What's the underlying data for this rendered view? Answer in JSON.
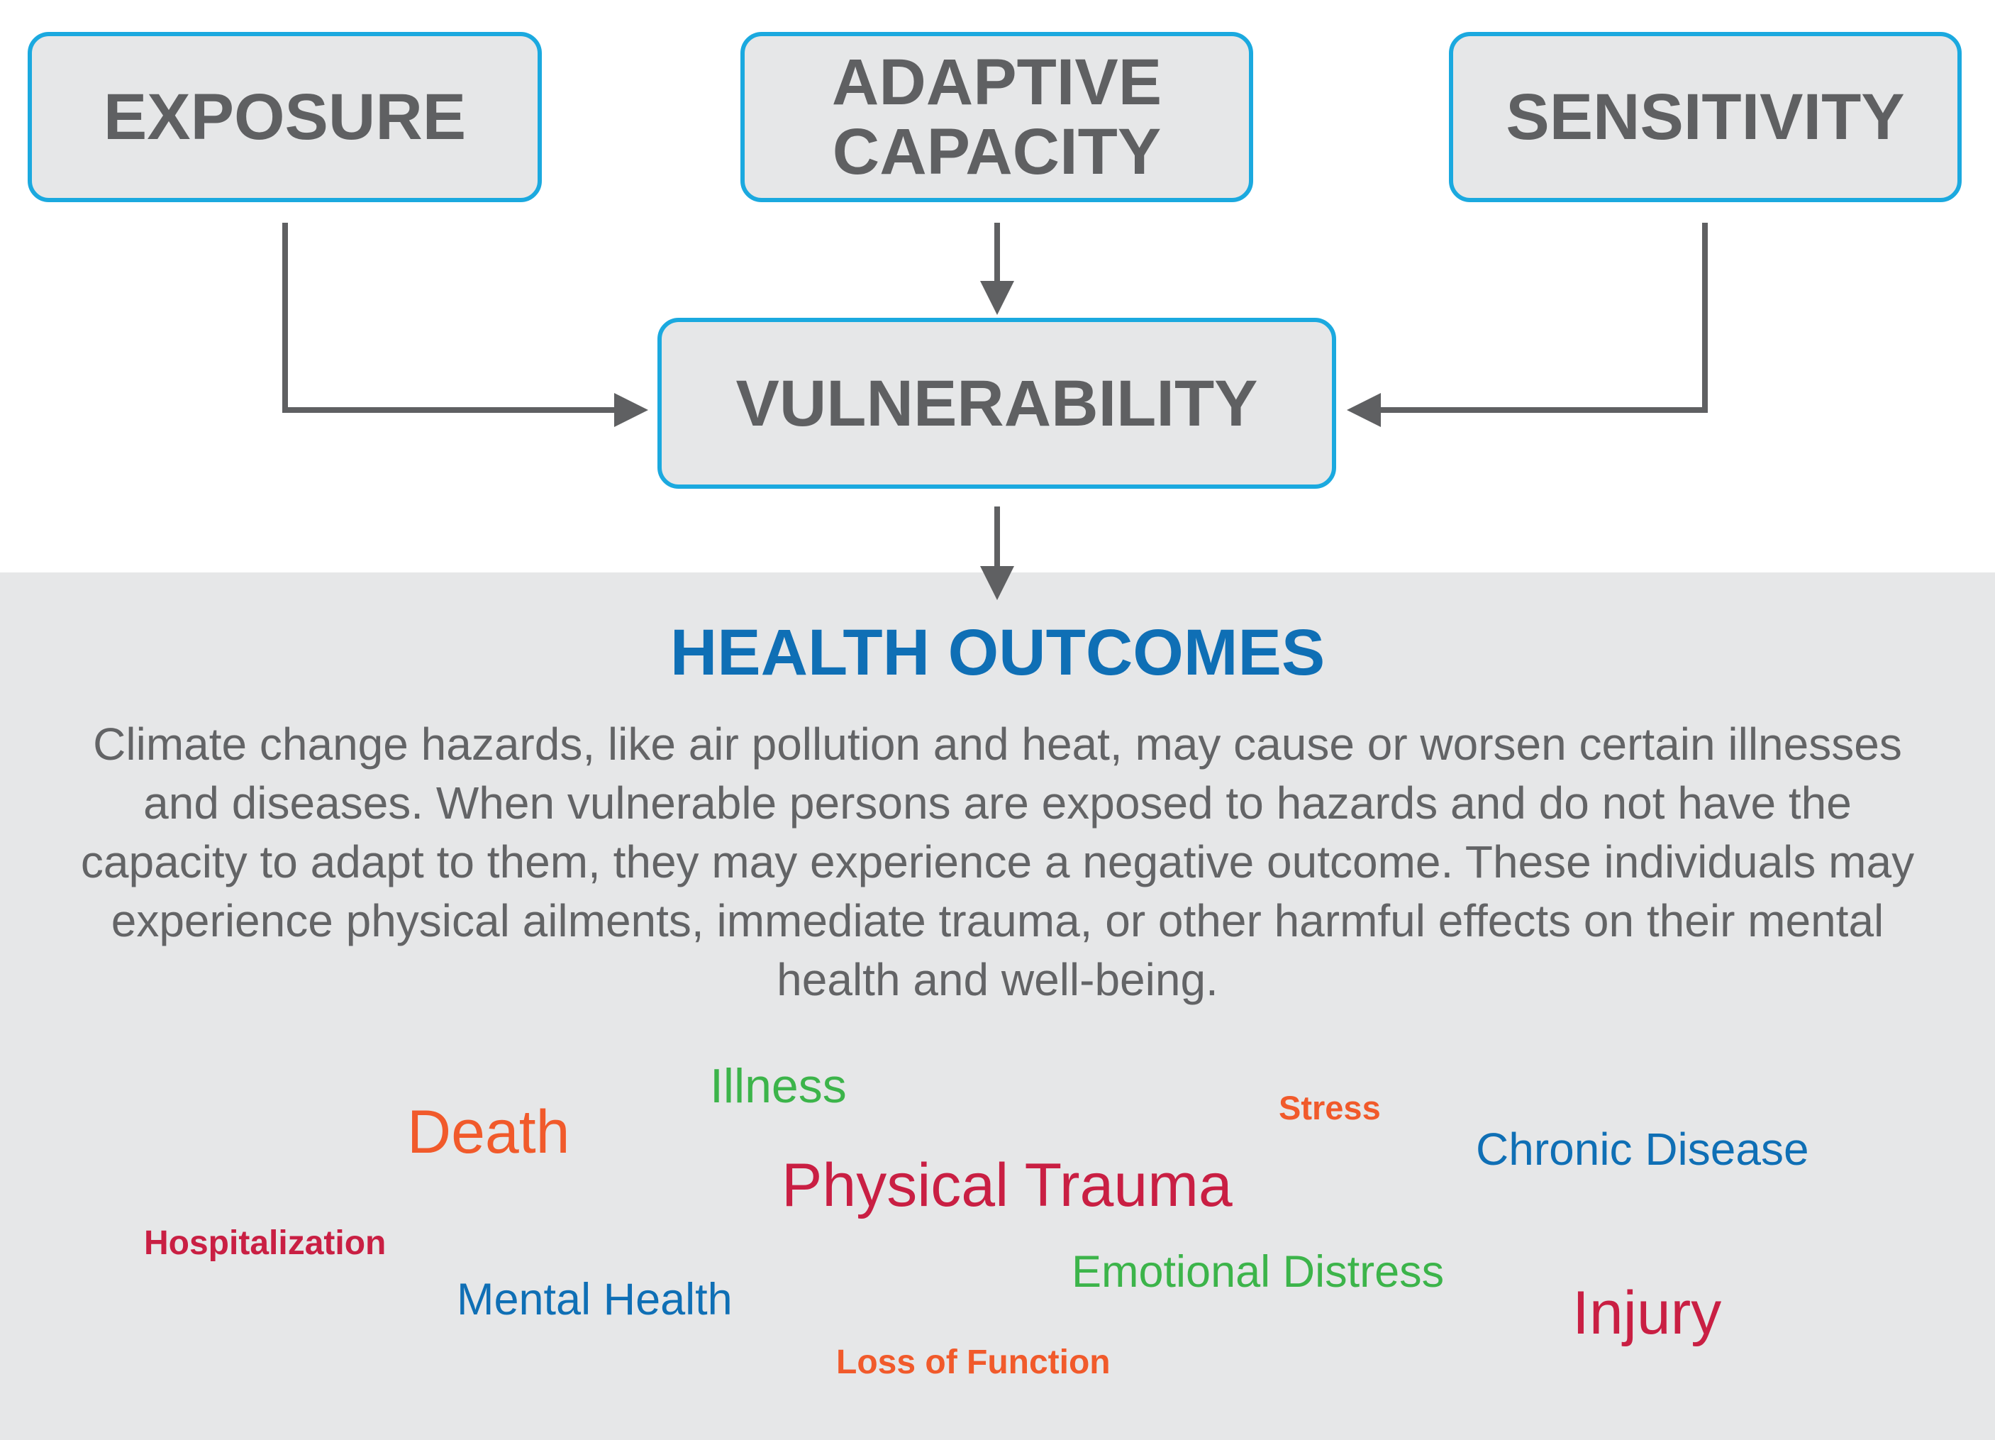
{
  "boxes": {
    "exposure": "EXPOSURE",
    "adaptive_capacity_line1": "ADAPTIVE",
    "adaptive_capacity_line2": "CAPACITY",
    "sensitivity": "SENSITIVITY",
    "vulnerability": "VULNERABILITY"
  },
  "outcomes": {
    "title": "HEALTH OUTCOMES",
    "description": "Climate change hazards, like air pollution and heat, may cause or worsen certain illnesses and diseases. When vulnerable persons are exposed to hazards and do not have the capacity to adapt to them, they may experience a negative outcome. These individuals may experience physical ailments, immediate trauma, or other harmful effects on their mental health and well-being.",
    "words": [
      "Death",
      "Illness",
      "Stress",
      "Chronic Disease",
      "Physical Trauma",
      "Hospitalization",
      "Mental Health",
      "Emotional Distress",
      "Injury",
      "Loss of Function"
    ]
  },
  "colors": {
    "border": "#1ba9df",
    "orange": "#f15a2b",
    "green": "#3cb44a",
    "red": "#c91f43",
    "blue": "#0f6fb5",
    "arrow": "#5f6062"
  }
}
